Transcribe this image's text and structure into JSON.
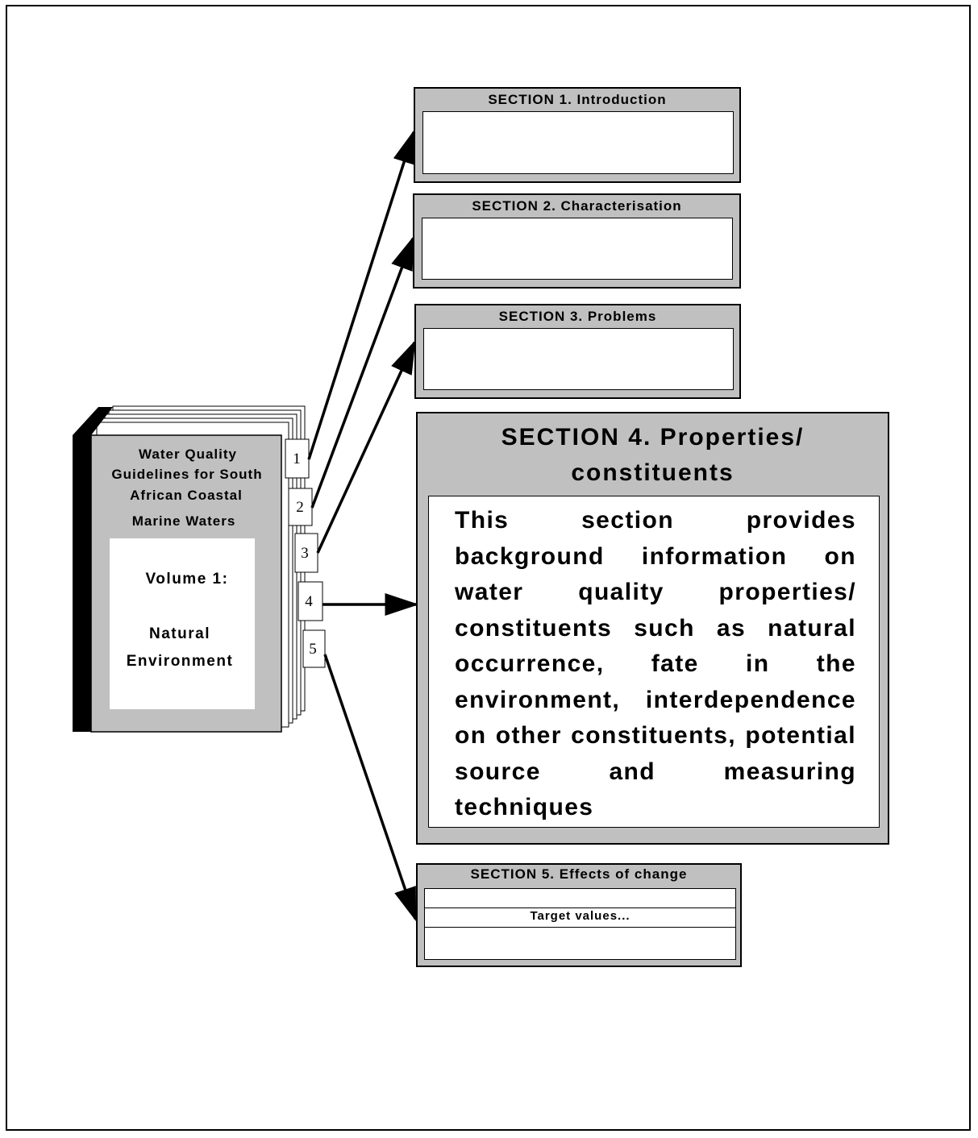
{
  "book": {
    "title_lines": [
      "Water Quality",
      "Guidelines for South",
      "African Coastal",
      "Marine Waters"
    ],
    "volume_label": "Volume 1:",
    "volume_name_lines": [
      "Natural",
      "Environment"
    ],
    "tabs": [
      "1",
      "2",
      "3",
      "4",
      "5"
    ]
  },
  "sections": {
    "s1": {
      "title": "SECTION  1.  Introduction"
    },
    "s2": {
      "title": "SECTION  2.  Characterisation"
    },
    "s3": {
      "title": "SECTION  3.  Problems"
    },
    "s4": {
      "title_line1": "SECTION  4.  Properties/",
      "title_line2": "constituents",
      "body": "This section provides background information on water quality properties/ constituents such as natural occurrence, fate in the environment, interdependence on other constituents, potential source and measuring techniques"
    },
    "s5": {
      "title": "SECTION  5.  Effects of change",
      "row_label": "Target values..."
    }
  },
  "colors": {
    "panel_fill": "#c0c0c0",
    "spine": "#000000",
    "background": "#ffffff"
  }
}
